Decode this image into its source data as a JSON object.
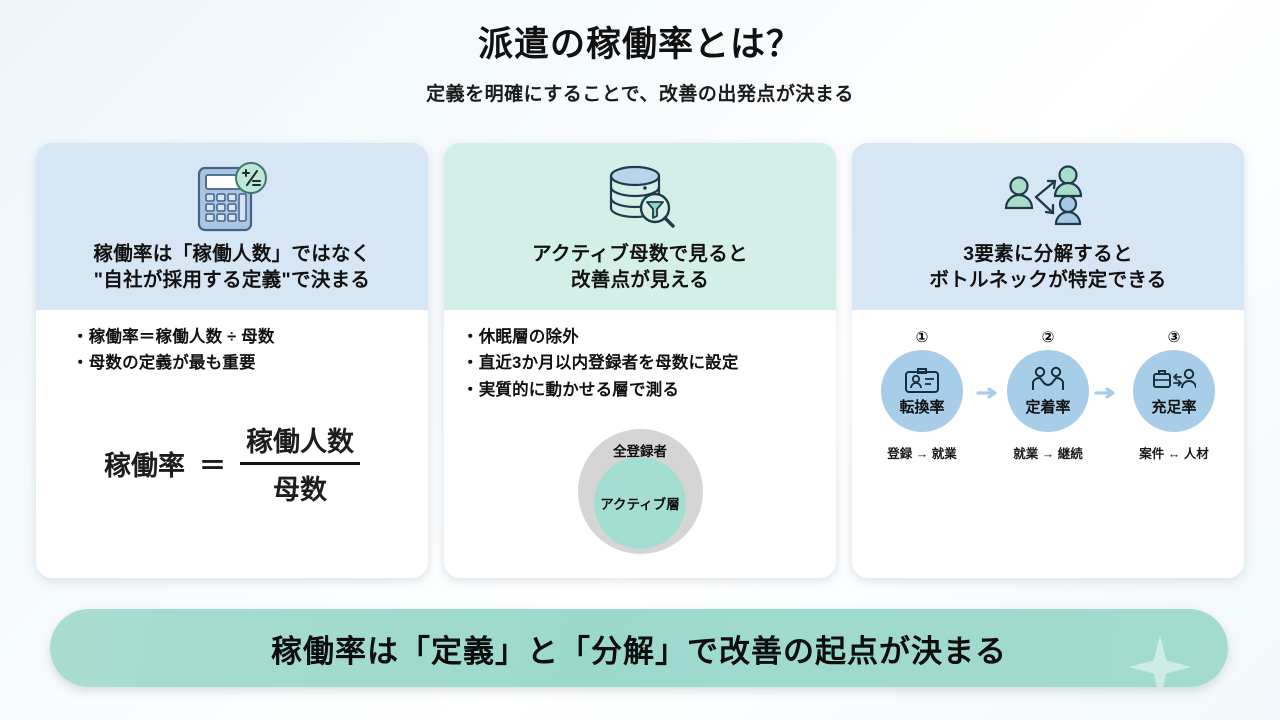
{
  "header": {
    "title": "派遣の稼働率とは？",
    "subtitle": "定義を明確にすることで、改善の出発点が決まる"
  },
  "cards": [
    {
      "icon": "calculator-icon",
      "title_line1": "稼働率は「稼働人数」ではなく",
      "title_line2": "\"自社が採用する定義\"で決まる",
      "bullets": [
        "・稼働率＝稼働人数 ÷ 母数",
        "・母数の定義が最も重要"
      ],
      "formula": {
        "left": "稼働率",
        "equals": "＝",
        "numerator": "稼働人数",
        "denominator": "母数"
      }
    },
    {
      "icon": "database-filter-icon",
      "title_line1": "アクティブ母数で見ると",
      "title_line2": "改善点が見える",
      "bullets": [
        "・休眠層の除外",
        "・直近3か月以内登録者を母数に設定",
        "・実質的に動かせる層で測る"
      ],
      "venn": {
        "outer_label": "全登録者",
        "inner_label": "アクティブ層"
      }
    },
    {
      "icon": "people-branch-icon",
      "title_line1": "3要素に分解すると",
      "title_line2": "ボトルネックが特定できる",
      "steps": [
        {
          "number": "①",
          "icon": "id-card-icon",
          "label": "転換率",
          "caption": "登録 → 就業"
        },
        {
          "number": "②",
          "icon": "handshake-icon",
          "label": "定着率",
          "caption": "就業 → 継続"
        },
        {
          "number": "③",
          "icon": "briefcase-person-icon",
          "label": "充足率",
          "caption": "案件 ↔ 人材"
        }
      ]
    }
  ],
  "banner": {
    "text": "稼働率は「定義」と「分解」で改善の起点が決まる"
  },
  "colors": {
    "card_head_blue": "#d7e6f4",
    "card_head_mint": "#d4efe8",
    "banner_green": "#a3dbd0",
    "step_circle_blue": "#a7cde9",
    "venn_outer_gray": "#d5d5d5",
    "venn_inner_mint": "#a4ded2"
  }
}
